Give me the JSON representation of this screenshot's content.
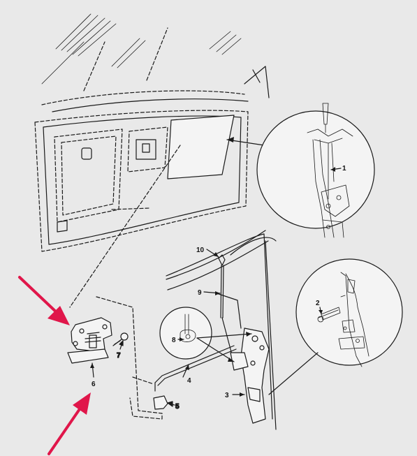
{
  "callouts": {
    "c1": "1",
    "c2": "2",
    "c3": "3",
    "c4": "4",
    "c5": "5",
    "c6": "6",
    "c7": "7",
    "c8": "8",
    "c9": "9",
    "c10": "10"
  },
  "colors": {
    "background": "#e9e9e9",
    "line": "#1a1a1a",
    "arrow": "#e0164a"
  }
}
